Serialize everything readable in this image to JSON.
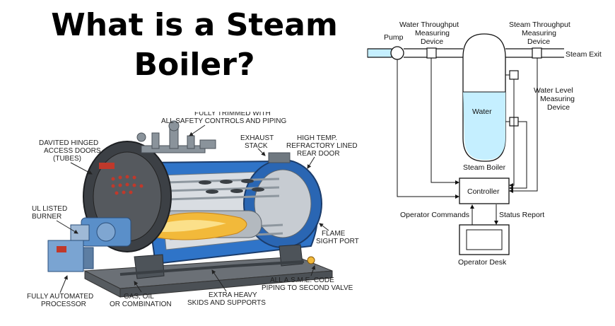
{
  "title": {
    "line1": "What is a Steam",
    "line2": "Boiler?"
  },
  "boiler_illustration": {
    "labels": {
      "trimmed_1": "FULLY TRIMMED WITH",
      "trimmed_2": "ALL SAFETY CONTROLS AND PIPING",
      "exhaust_1": "EXHAUST",
      "exhaust_2": "STACK",
      "hightemp_1": "HIGH TEMP.",
      "hightemp_2": "REFRACTORY LINED",
      "hightemp_3": "REAR DOOR",
      "davited_1": "DAVITED HINGED",
      "davited_2": "ACCESS DOORS",
      "davited_3": "(TUBES)",
      "ul_1": "UL LISTED",
      "ul_2": "BURNER",
      "flame_1": "FLAME",
      "flame_2": "SIGHT PORT",
      "processor_1": "FULLY AUTOMATED",
      "processor_2": "PROCESSOR",
      "gas_1": "GAS, OIL",
      "gas_2": "OR COMBINATION",
      "skids_1": "EXTRA HEAVY",
      "skids_2": "SKIDS AND SUPPORTS",
      "asme_1": "ALL A.S.M.E. CODE",
      "asme_2": "PIPING TO SECOND VALVE"
    }
  },
  "schematic": {
    "pump": "Pump",
    "water_meter_1": "Water Throughput",
    "water_meter_2": "Measuring",
    "water_meter_3": "Device",
    "steam_meter_1": "Steam Throughput",
    "steam_meter_2": "Measuring",
    "steam_meter_3": "Device",
    "steam_exit": "Steam Exit",
    "water": "Water",
    "level_1": "Water Level",
    "level_2": "Measuring",
    "level_3": "Device",
    "steam_boiler": "Steam Boiler",
    "controller": "Controller",
    "operator_commands": "Operator Commands",
    "status_report": "Status Report",
    "operator_desk": "Operator Desk"
  },
  "colors": {
    "water_fill": "#c5efff",
    "shell_blue": "#2f74c8",
    "flame": "#f2b93a"
  }
}
